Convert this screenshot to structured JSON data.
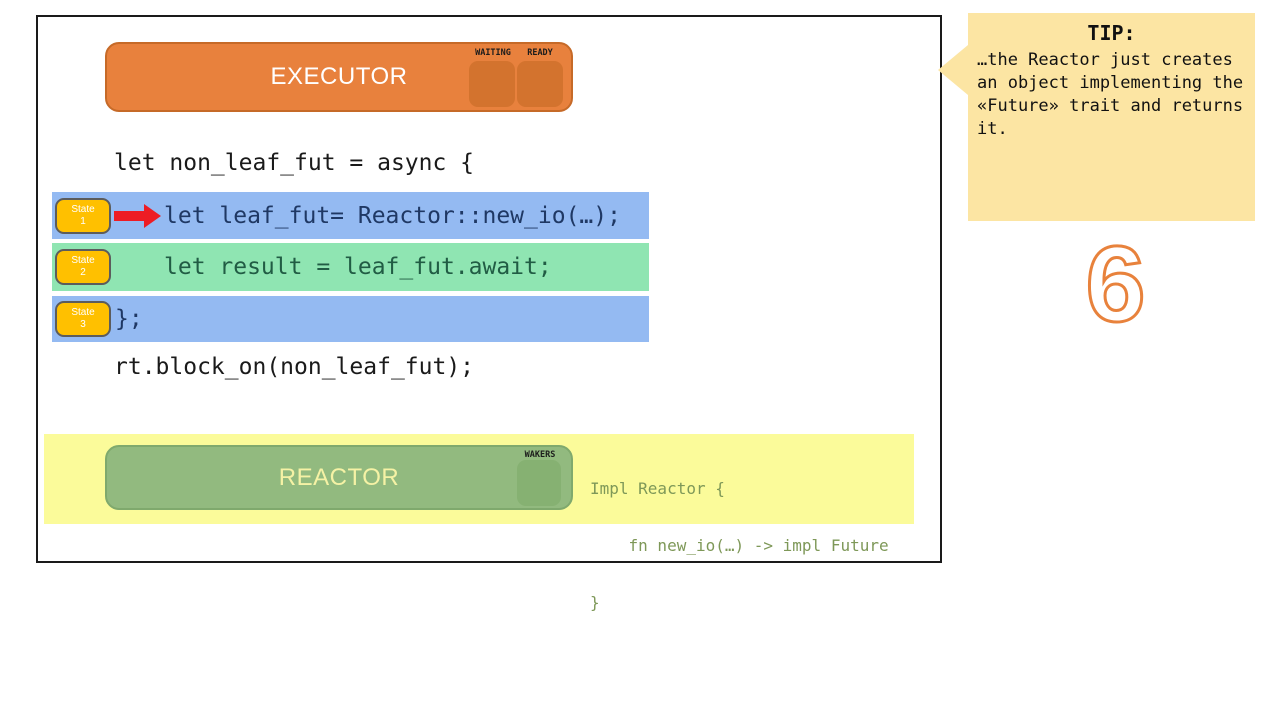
{
  "executor": {
    "label": "EXECUTOR",
    "queues": [
      {
        "label": "WAITING"
      },
      {
        "label": "READY"
      }
    ]
  },
  "code": {
    "line_open": "let non_leaf_fut = async {",
    "rows": [
      {
        "state_label": "State",
        "state_num": "1",
        "code": "let leaf_fut= Reactor::new_io(…);",
        "highlight": "blue",
        "current": true
      },
      {
        "state_label": "State",
        "state_num": "2",
        "code": "let result = leaf_fut.await;",
        "highlight": "green",
        "current": false
      },
      {
        "state_label": "State",
        "state_num": "3",
        "code": "};",
        "highlight": "blue",
        "current": false
      }
    ],
    "line_close": "rt.block_on(non_leaf_fut);"
  },
  "reactor": {
    "label": "REACTOR",
    "waker_label": "WAKERS",
    "code_lines": [
      "Impl Reactor {",
      "    fn new_io(…) -> impl Future",
      "}"
    ]
  },
  "tip": {
    "title": "TIP:",
    "body_lines": [
      "…the Reactor just creates",
      "an object implementing the",
      "«Future» trait and returns",
      "it."
    ]
  },
  "step_number": "6",
  "colors": {
    "executor_fill": "#E8813D",
    "executor_border": "#C66A28",
    "executor_slot": "#D3732E",
    "state_badge": "#FFC000",
    "row_blue": "#94BAF2",
    "row_green": "#8FE5B2",
    "code_navy": "#1F3864",
    "code_green": "#215C44",
    "reactor_band": "#FBFB9A",
    "reactor_fill": "#92BA7F",
    "reactor_slot": "#86B172",
    "reactor_code_text": "#7E9858",
    "arrow_red": "#ED1C24",
    "tip_fill": "#FCE5A3",
    "step_orange": "#E8823C"
  }
}
